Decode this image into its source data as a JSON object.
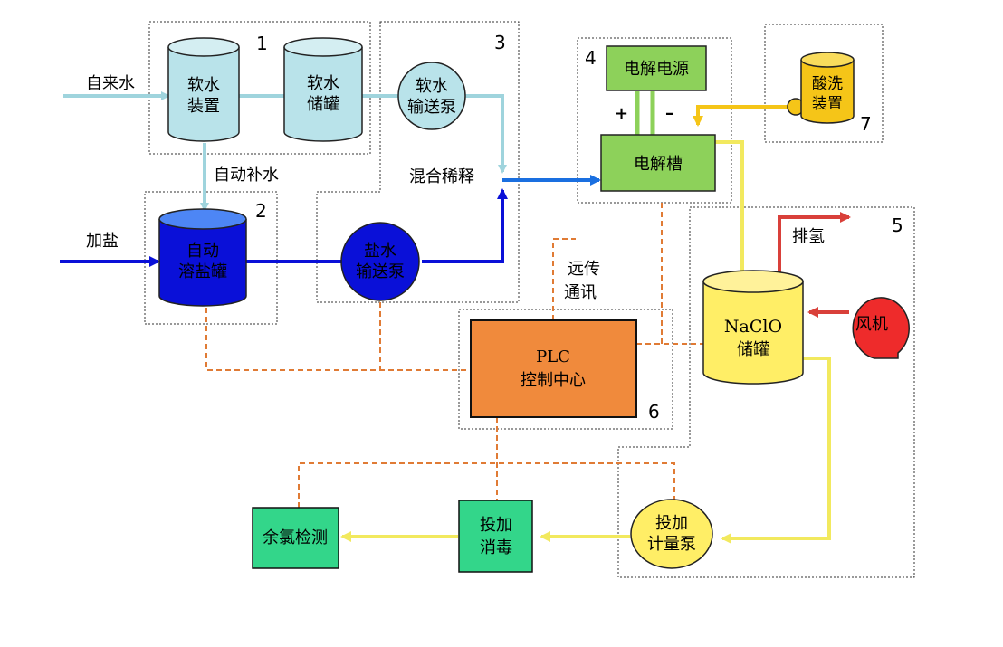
{
  "inputs": {
    "tap_water": "自来水",
    "add_salt": "加盐"
  },
  "flows": {
    "auto_refill": "自动补水",
    "mix_dilute": "混合稀释",
    "remote_comm_1": "远传",
    "remote_comm_2": "通讯",
    "hydrogen_vent": "排氢"
  },
  "units": {
    "softener": [
      "软水",
      "装置"
    ],
    "soft_tank": [
      "软水",
      "储罐"
    ],
    "soft_pump": [
      "软水",
      "输送泵"
    ],
    "dissolver": [
      "自动",
      "溶盐罐"
    ],
    "brine_pump": [
      "盐水",
      "输送泵"
    ],
    "power_supply": "电解电源",
    "electrolyzer": "电解槽",
    "acid_wash": [
      "酸洗",
      "装置"
    ],
    "naclo_tank": [
      "NaClO",
      "储罐"
    ],
    "fan": "风机",
    "plc": [
      "PLC",
      "控制中心"
    ],
    "dosing_pump": [
      "投加",
      "计量泵"
    ],
    "disinfect": [
      "投加",
      "消毒"
    ],
    "residual_cl": "余氯检测"
  },
  "zones": [
    "1",
    "2",
    "3",
    "4",
    "5",
    "6",
    "7"
  ],
  "polarity": {
    "plus": "+",
    "minus": "–"
  },
  "colors": {
    "light_blue": "#9fd4dd",
    "tank_light": "#b9e3ea",
    "dark_blue": "#0a10d8",
    "mid_blue": "#1a6fe0",
    "green": "#8dd15a",
    "orange": "#f08a3c",
    "yellow_line": "#f2e95e",
    "yellow_tank": "#ffee66",
    "gold": "#f5c518",
    "red": "#d9403a",
    "fan_red": "#ee2b2b",
    "teal_box": "#33d68a",
    "dash": "#e07b35"
  }
}
